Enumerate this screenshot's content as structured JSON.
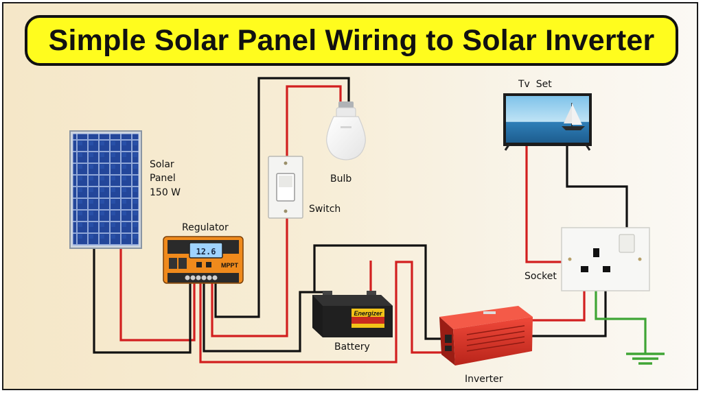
{
  "title": "Simple Solar Panel Wiring to Solar Inverter",
  "labels": {
    "solar_panel": [
      "Solar",
      "Panel",
      "150 W"
    ],
    "regulator": "Regulator",
    "bulb": "Bulb",
    "switch": "Switch",
    "battery": "Battery",
    "inverter": "Inverter",
    "socket": "Socket",
    "tv_set": "Tv  Set"
  },
  "device_text": {
    "controller_lcd": "12.6",
    "controller_brand": "MPPT",
    "battery_brand": "Energizer"
  },
  "colors": {
    "title_bg": "#fffc1e",
    "wire_positive": "#d21f1f",
    "wire_negative": "#111111",
    "wire_ground": "#3fa535",
    "controller_orange": "#f08a1c",
    "inverter_red": "#e23a2c",
    "panel_blue": "#1e3f8f"
  }
}
